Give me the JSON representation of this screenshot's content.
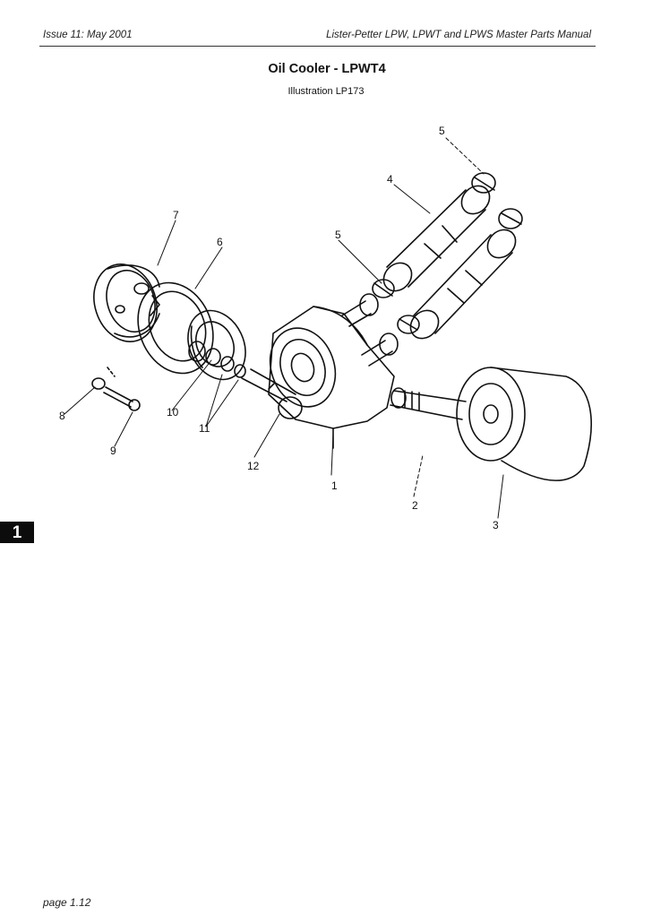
{
  "header": {
    "issue": "Issue 11: May 2001",
    "manual": "Lister-Petter LPW, LPWT and LPWS Master Parts Manual"
  },
  "title": "Oil Cooler - LPWT4",
  "illustration": "Illustration LP173",
  "section_tab": "1",
  "footer": {
    "page": "page 1.12"
  },
  "callouts": [
    "5",
    "4",
    "7",
    "6",
    "5",
    "8",
    "10",
    "11",
    "9",
    "12",
    "1",
    "2",
    "3"
  ]
}
